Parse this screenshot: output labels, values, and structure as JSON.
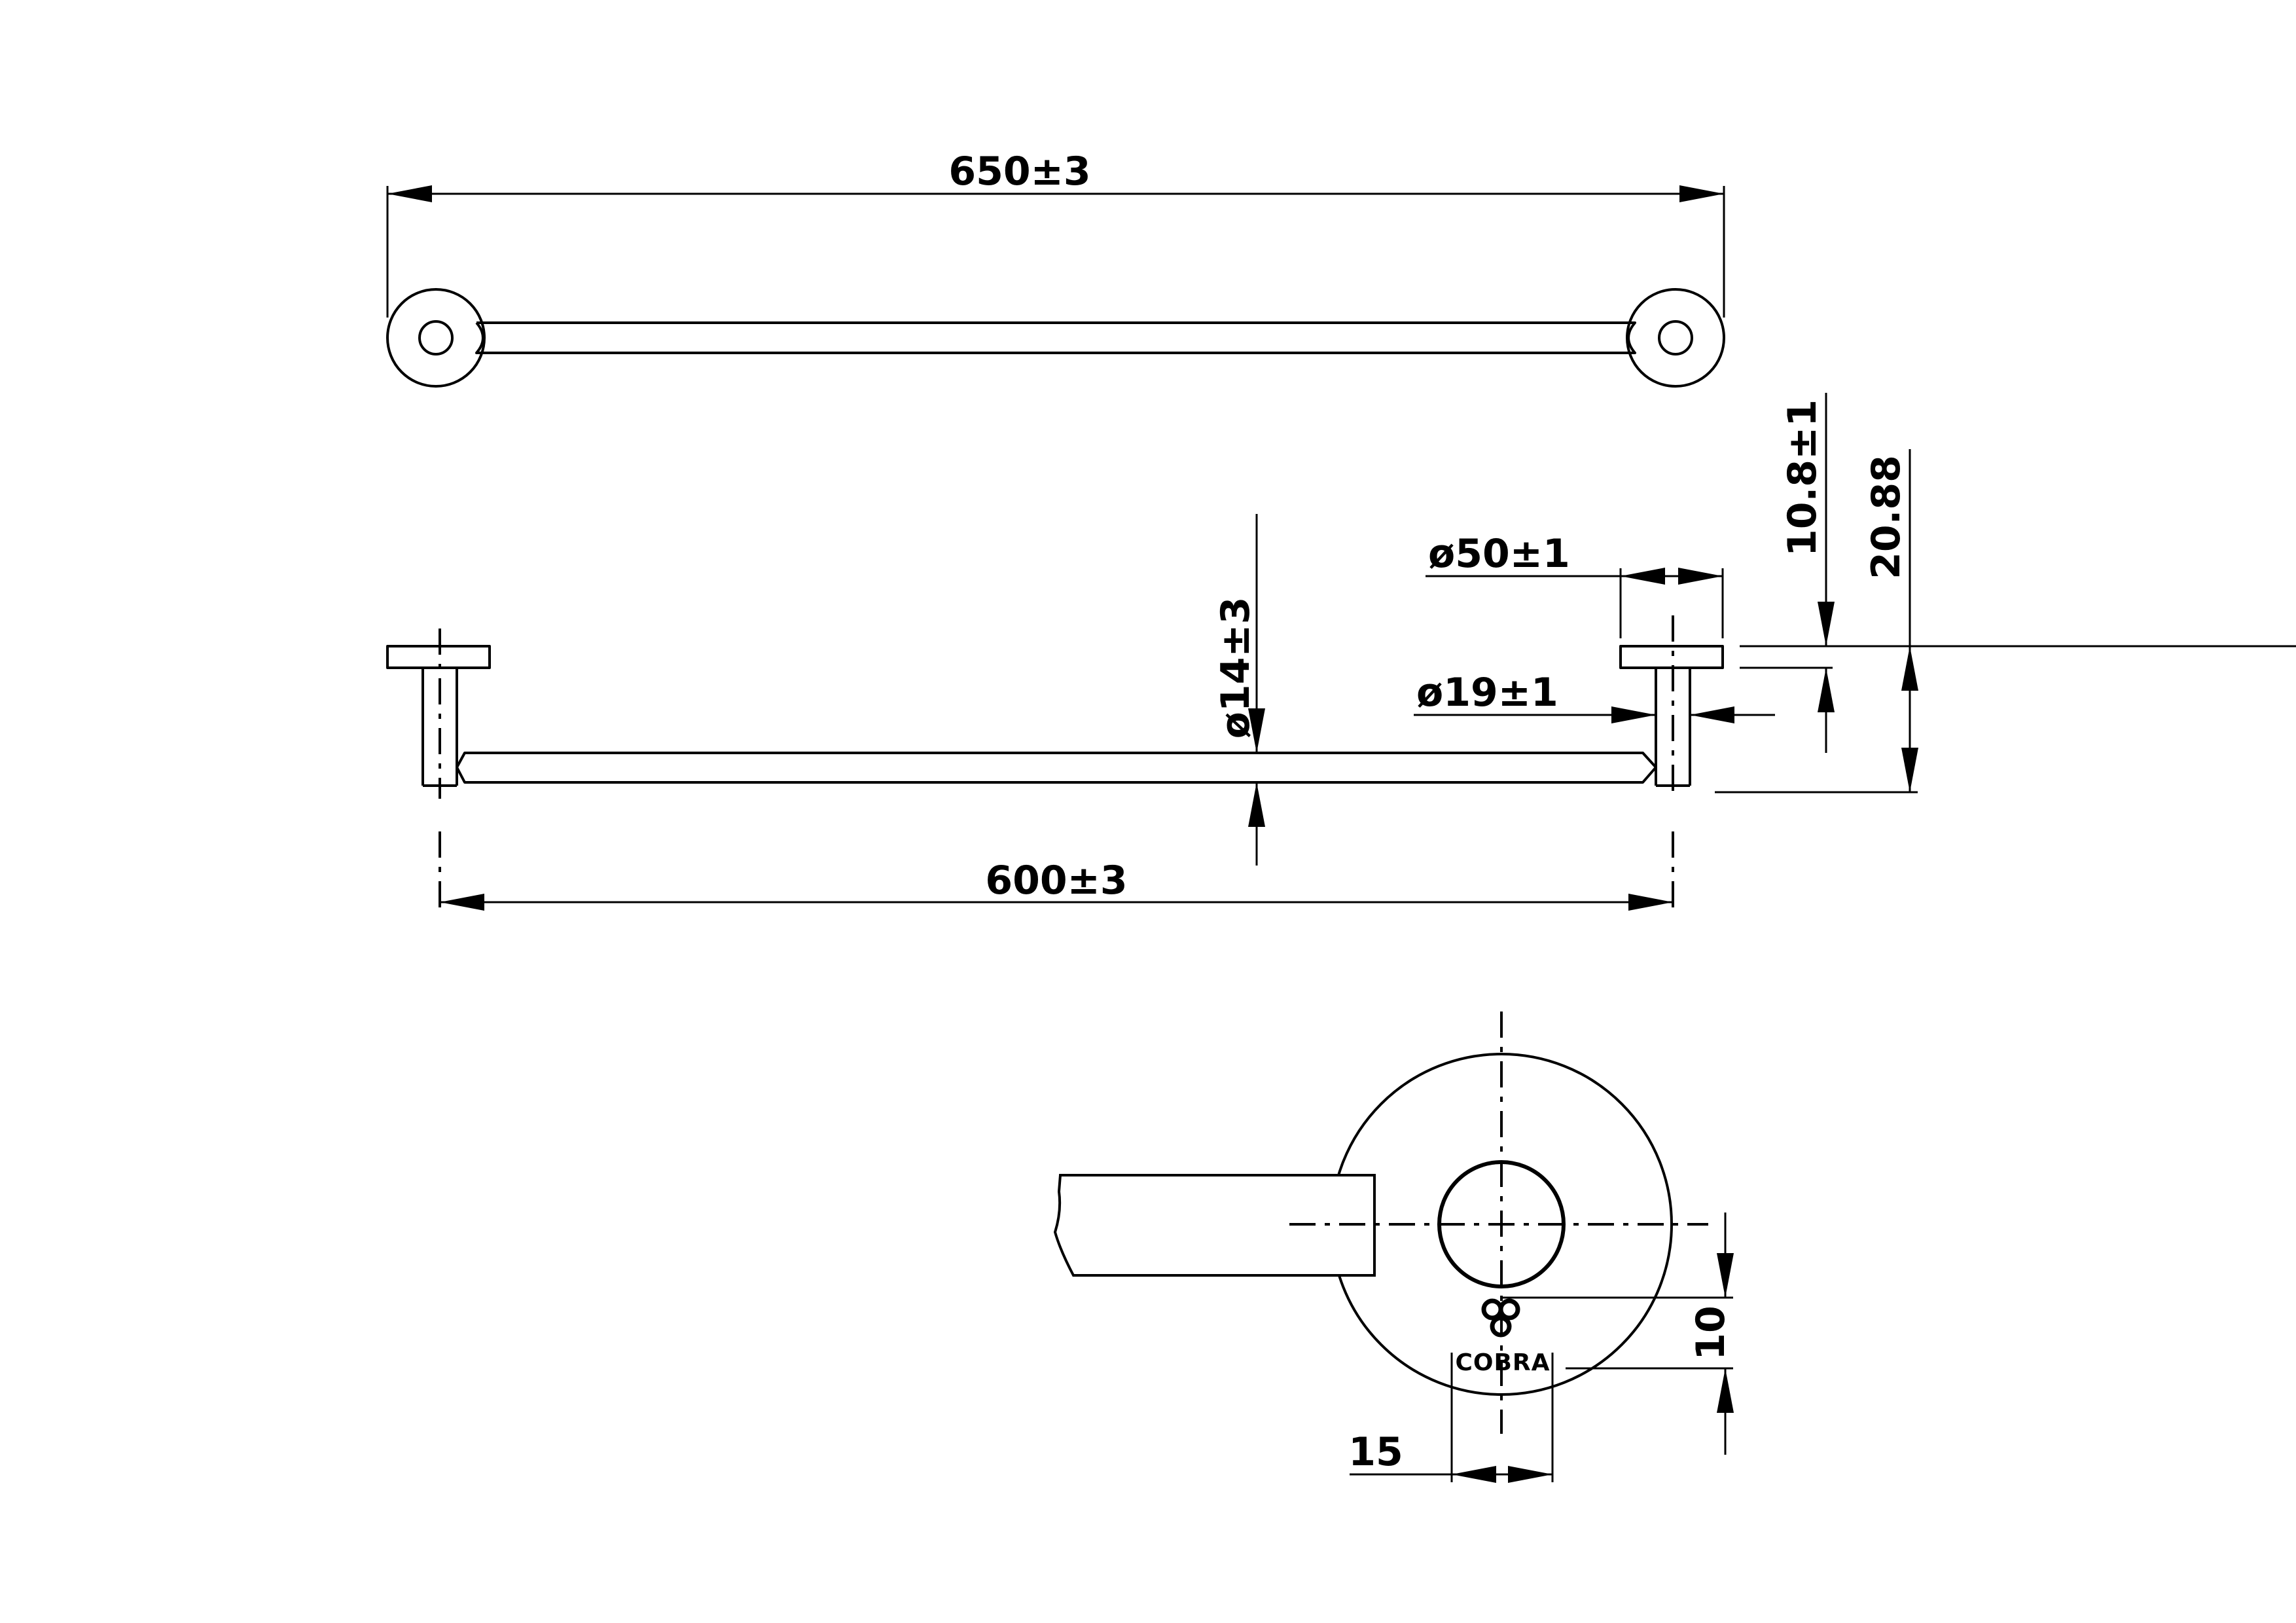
{
  "dimensions": {
    "overall_length": "650±3",
    "center_distance": "600±3",
    "bar_diameter": "ø14±3",
    "flange_diameter": "ø50±1",
    "post_diameter": "ø19±1",
    "flange_thickness": "10.8±1",
    "total_projection": "20.88",
    "logo_height": "10",
    "logo_width": "15"
  },
  "logo": {
    "name": "cobra-logo-icon",
    "text": "COBRA"
  }
}
